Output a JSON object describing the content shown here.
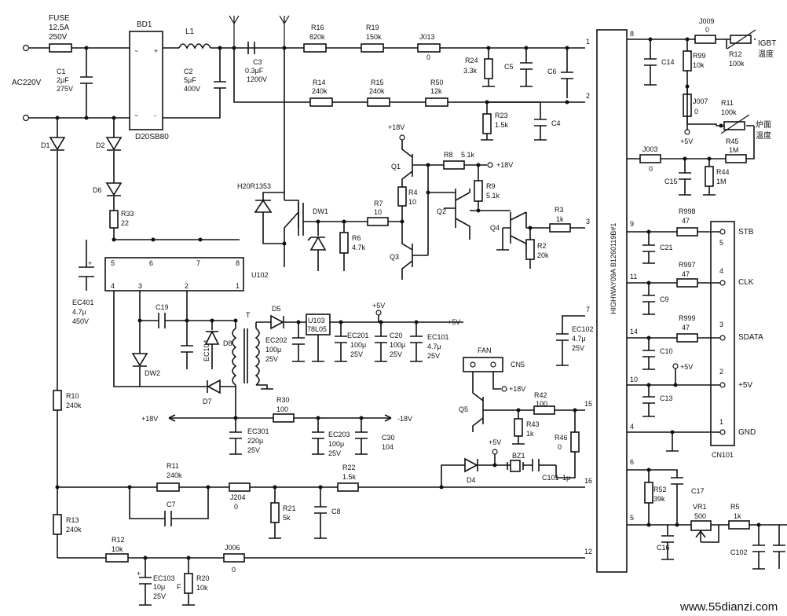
{
  "input": {
    "ac": "AC220V",
    "fuse_name": "FUSE",
    "fuse_val1": "12.5A",
    "fuse_val2": "250V"
  },
  "bridge": {
    "name": "BD1",
    "part": "D20SB80"
  },
  "components": {
    "C1": [
      "C1",
      "2μF",
      "275V"
    ],
    "L1": "L1",
    "C2": [
      "C2",
      "5μF",
      "400V"
    ],
    "C3": [
      "C3",
      "0.3μF",
      "1200V"
    ],
    "R16": [
      "R16",
      "820k"
    ],
    "R19": [
      "R19",
      "150k"
    ],
    "J013": [
      "J013",
      "0"
    ],
    "R24": [
      "R24",
      "3.3k"
    ],
    "C5": "C5",
    "C6": "C6",
    "R14": [
      "R14",
      "240k"
    ],
    "R15": [
      "R15",
      "240k"
    ],
    "R50": [
      "R50",
      "12k"
    ],
    "R23": [
      "R23",
      "1.5k"
    ],
    "C4": "C4",
    "D1": "D1",
    "D2": "D2",
    "D6": "D6",
    "R33": [
      "R33",
      "22"
    ],
    "IGBT": "H20R1353",
    "DW1": "DW1",
    "R6": [
      "R6",
      "4.7k"
    ],
    "R7": [
      "R7",
      "10"
    ],
    "R4": [
      "R4",
      "10"
    ],
    "R8": [
      "R8",
      "5.1k"
    ],
    "R9": [
      "R9",
      "5.1k"
    ],
    "R3": [
      "R3",
      "1k"
    ],
    "R2": [
      "R2",
      "20k"
    ],
    "Q1": "Q1",
    "Q2": "Q2",
    "Q3": "Q3",
    "Q4": "Q4",
    "Q5": "Q5",
    "EC401": [
      "EC401",
      "4.7μ",
      "450V"
    ],
    "U102": "U102",
    "C19": "C19",
    "EC104": "EC104",
    "D8": "D8",
    "DW2": "DW2",
    "D7": "D7",
    "T": "T",
    "D5": "D5",
    "U103": [
      "U103",
      "78L05"
    ],
    "EC202": [
      "EC202",
      "100μ",
      "25V"
    ],
    "EC201": [
      "EC201",
      "100μ",
      "25V"
    ],
    "C20": [
      "C20",
      "100μ",
      "25V"
    ],
    "EC101": [
      "EC101",
      "4.7μ",
      "25V"
    ],
    "R30": [
      "R30",
      "100"
    ],
    "EC301": [
      "EC301",
      "220μ",
      "25V"
    ],
    "EC203": [
      "EC203",
      "100μ",
      "25V"
    ],
    "C30": [
      "C30",
      "104"
    ],
    "R10": [
      "R10",
      "240k"
    ],
    "R11": [
      "R11",
      "240k"
    ],
    "C7": "C7",
    "J204": [
      "J204",
      "0"
    ],
    "R21": [
      "R21",
      "5k"
    ],
    "C8": "C8",
    "R22": [
      "R22",
      "1.5k"
    ],
    "R13": [
      "R13",
      "240k"
    ],
    "R12": [
      "R12",
      "10k"
    ],
    "J006": [
      "J006",
      "0"
    ],
    "EC103": [
      "EC103",
      "10μ",
      "25V"
    ],
    "R20": [
      "R20",
      "10k"
    ],
    "F": "F",
    "FAN": "FAN",
    "CN5": "CN5",
    "R42": [
      "R42",
      "100"
    ],
    "R43": [
      "R43",
      "1k"
    ],
    "R46": [
      "R46",
      "0"
    ],
    "D4": "D4",
    "BZ1": "BZ1",
    "C101": [
      "C101",
      "1μ"
    ],
    "EC102": [
      "EC102",
      "4.7μ",
      "25V"
    ],
    "J009": [
      "J009",
      "0"
    ],
    "C14": "C14",
    "R99": [
      "R99",
      "10k"
    ],
    "R12b": [
      "R12",
      "100k"
    ],
    "J007": [
      "J007",
      "0"
    ],
    "R11b": [
      "R11",
      "100k"
    ],
    "R45": [
      "R45",
      "1M"
    ],
    "J003": [
      "J003",
      "0"
    ],
    "C15": "C15",
    "R44": [
      "R44",
      "1M"
    ],
    "R998": [
      "R998",
      "47"
    ],
    "C21": "C21",
    "R997": [
      "R997",
      "47"
    ],
    "C9": "C9",
    "R999": [
      "R999",
      "47"
    ],
    "C10": "C10",
    "C13": "C13",
    "R52": [
      "R52",
      "39k"
    ],
    "C17": "C17",
    "VR1": [
      "VR1",
      "500"
    ],
    "R5": [
      "R5",
      "1k"
    ],
    "C16": "C16",
    "C102": "C102"
  },
  "rails": {
    "p18": "+18V",
    "m18": "-18V",
    "p5": "+5V",
    "p18v": "+18V"
  },
  "mcu": {
    "label": "HIGHWAY09A B1260119B#1"
  },
  "mcu_pins": [
    "1",
    "2",
    "3",
    "7",
    "15",
    "16",
    "12",
    "8",
    "9",
    "11",
    "14",
    "10",
    "4",
    "6",
    "5"
  ],
  "u102_pins": [
    "5",
    "6",
    "7",
    "8",
    "4",
    "3",
    "2",
    "1"
  ],
  "connector": {
    "name": "CN101",
    "pins": [
      "5",
      "4",
      "3",
      "2",
      "1"
    ],
    "signals": [
      "STB",
      "CLK",
      "SDATA",
      "+5V",
      "GND"
    ]
  },
  "sensors": {
    "igbt_line1": "IGBT",
    "igbt_line2": "温度",
    "pan_line1": "炉面",
    "pan_line2": "温度"
  },
  "watermark": "www.55dianzi.com"
}
